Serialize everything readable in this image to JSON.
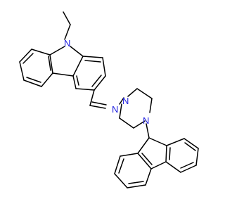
{
  "molecule": {
    "bond_color": "#000000",
    "heteroatom_color": "#2020e0",
    "atom_labels": {
      "n_carbazole": "N",
      "n_imine": "N",
      "n_piperazine_top": "N",
      "n_piperazine_bottom": "N"
    }
  }
}
